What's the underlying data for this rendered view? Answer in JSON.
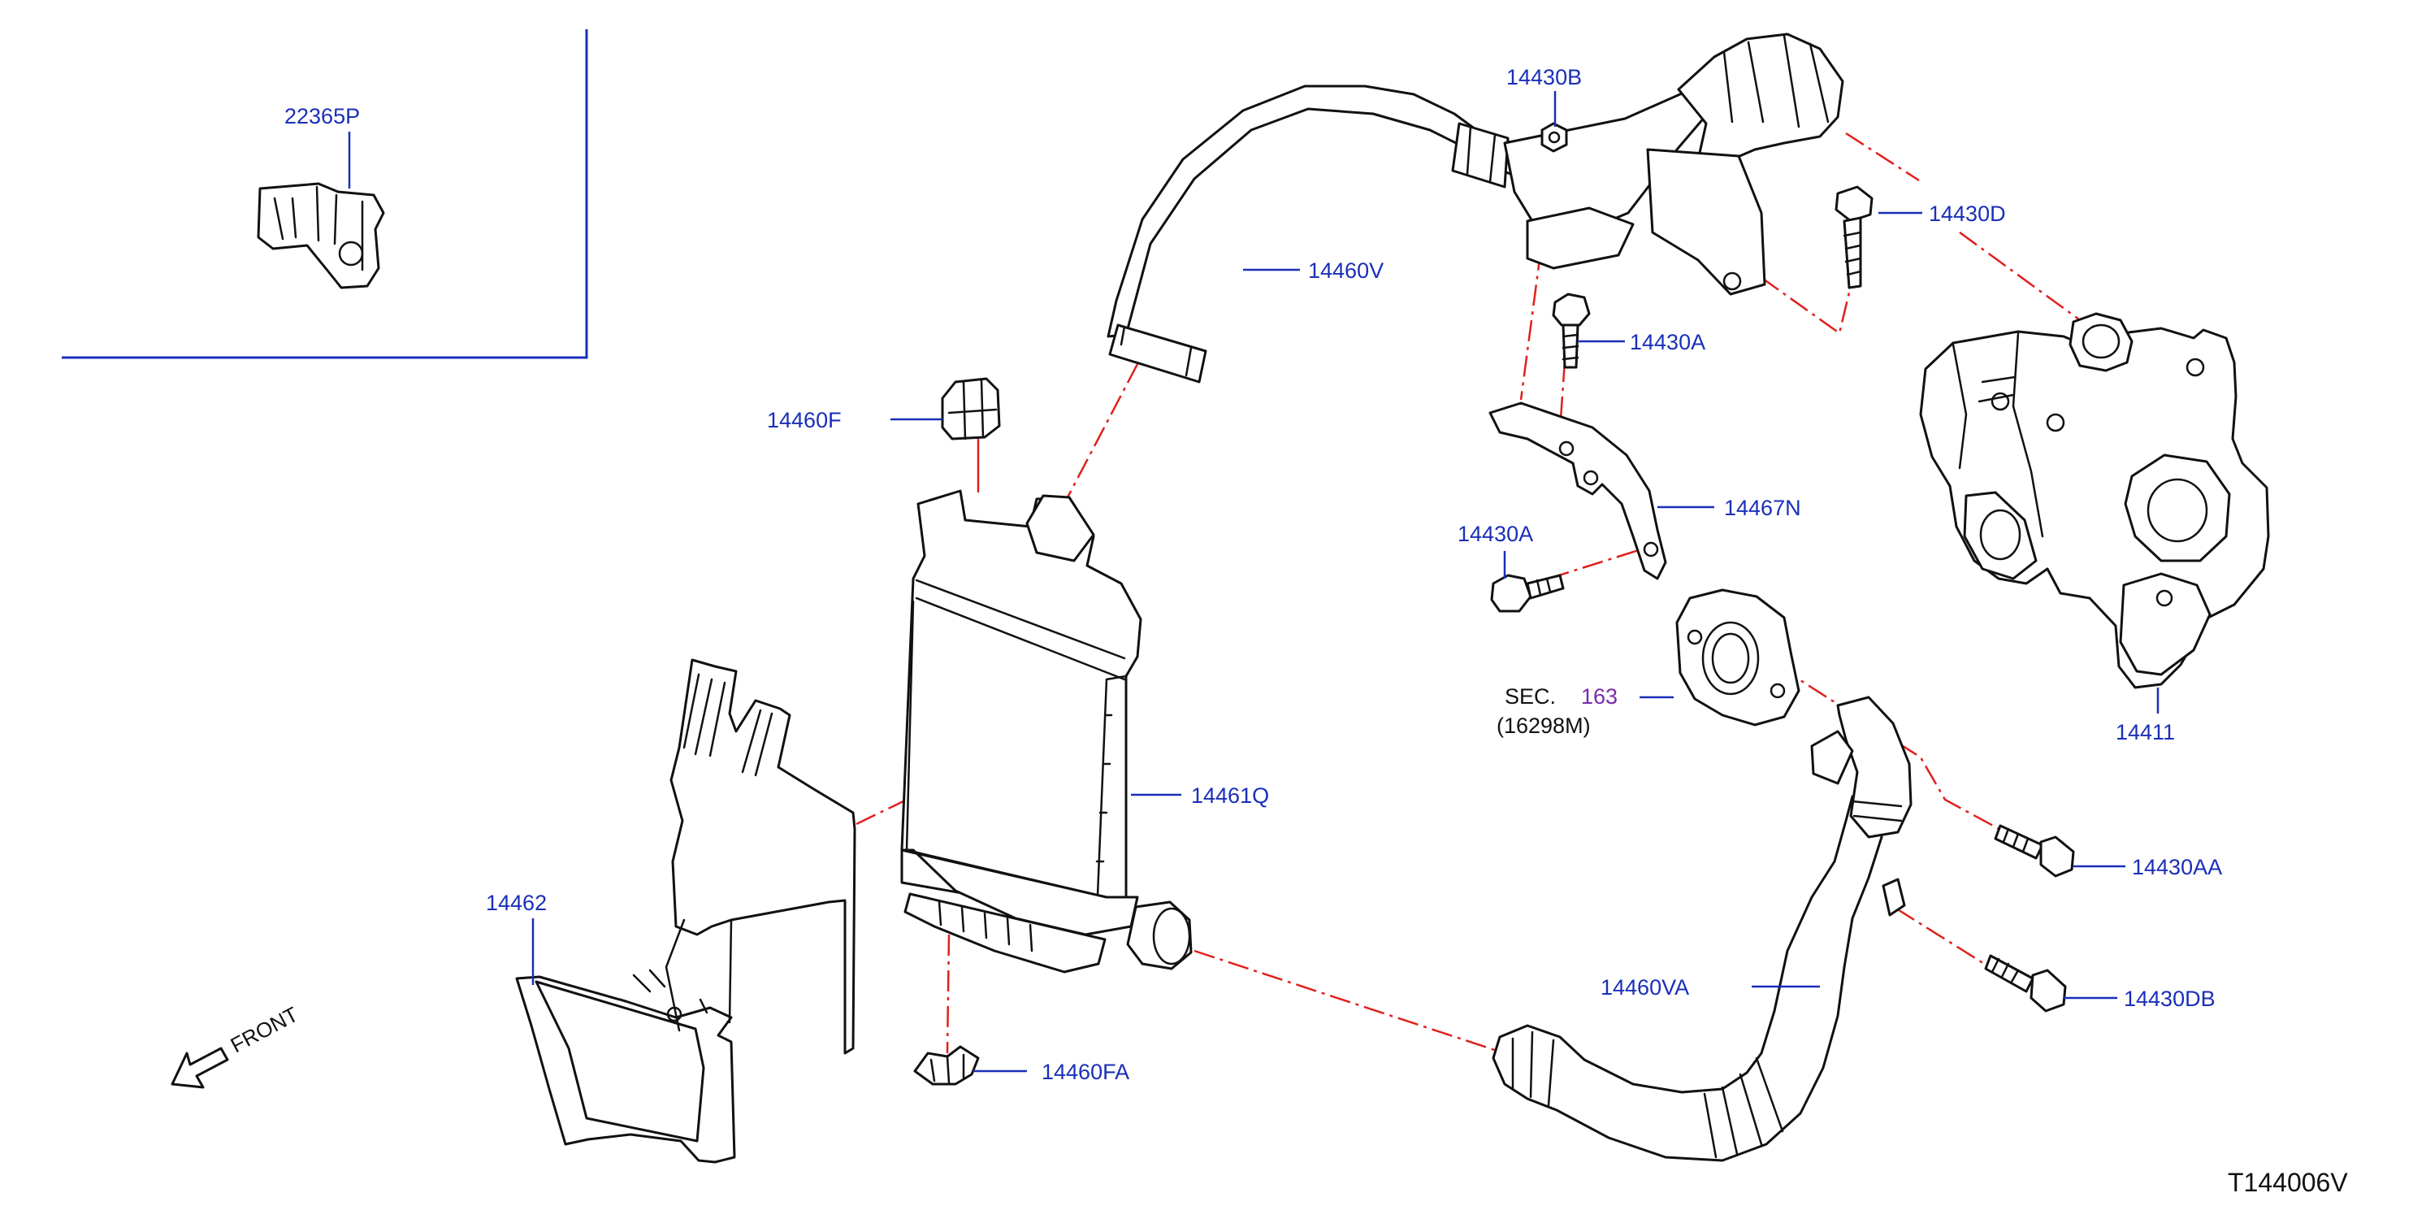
{
  "labels": {
    "p22365P": "22365P",
    "p14430B": "14430B",
    "p14430D": "14430D",
    "p14460V": "14460V",
    "p14430A_top": "14430A",
    "p14460F": "14460F",
    "p14467N": "14467N",
    "p14430A_bottom": "14430A",
    "sec_prefix": "SEC.",
    "sec_number": "163",
    "sec_part": "(16298M)",
    "p14411": "14411",
    "p14461Q": "14461Q",
    "p14430AA": "14430AA",
    "p14462": "14462",
    "p14460VA": "14460VA",
    "p14430DB": "14430DB",
    "p14460FA": "14460FA"
  },
  "front_label": "FRONT",
  "reference_code": "T144006V",
  "colors": {
    "callout_blue": "#1a2fb8",
    "leader_red": "#e0201c",
    "section_purple": "#7a2aa8",
    "line_black": "#111111"
  }
}
